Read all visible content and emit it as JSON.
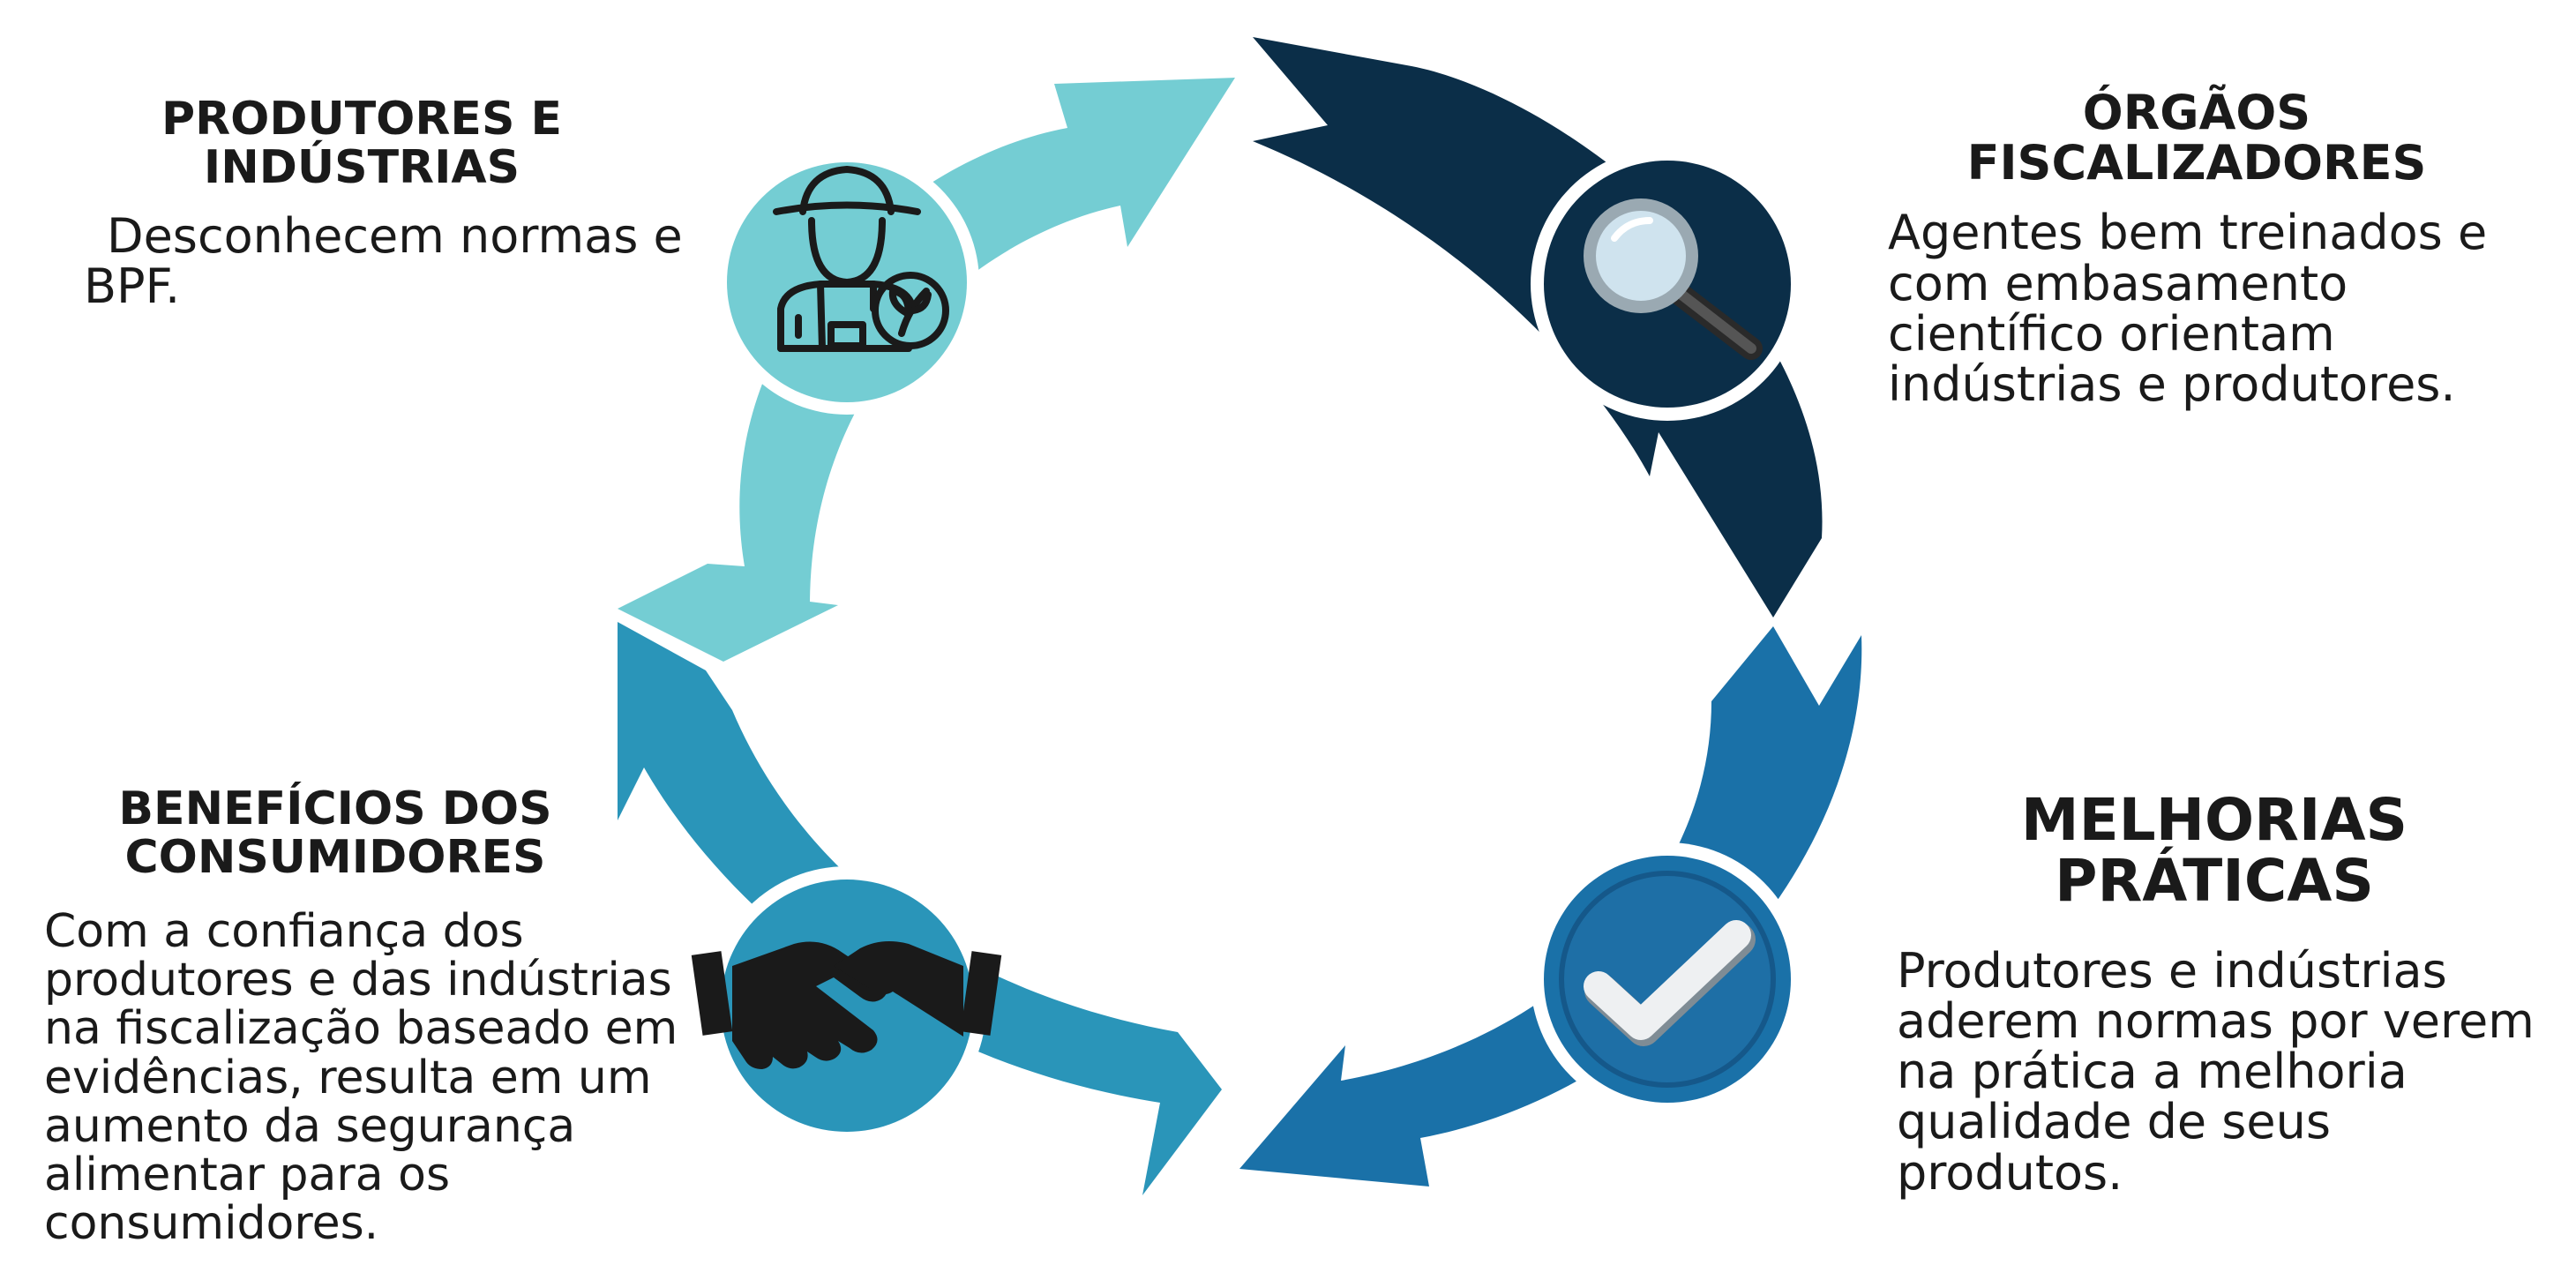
{
  "colors": {
    "arrow_top_left": "#74CDD3",
    "arrow_top_right": "#0B2E48",
    "arrow_bottom_right": "#1A71A8",
    "arrow_bottom_left": "#2A95B9",
    "text": "#1a1a1a",
    "background": "#ffffff"
  },
  "blocks": {
    "top_left": {
      "icon": "farmer-icon",
      "title": "PRODUTORES E INDÚSTRIAS",
      "description": "Desconhecem normas e BPF."
    },
    "top_right": {
      "icon": "magnifying-glass-icon",
      "title": "ÓRGÃOS FISCALIZADORES",
      "description": "Agentes bem treinados e com embasamento científico orientam indústrias e produtores."
    },
    "bottom_right": {
      "icon": "checkmark-icon",
      "title": "MELHORIAS PRÁTICAS",
      "description": "Produtores e indústrias aderem normas por verem na prática a melhoria qualidade de seus produtos."
    },
    "bottom_left": {
      "icon": "handshake-icon",
      "title": "BENEFÍCIOS DOS CONSUMIDORES",
      "description": "Com a confiança dos produtores e das indústrias na fiscalização baseado em evidências, resulta em um aumento da segurança alimentar para os consumidores."
    }
  }
}
